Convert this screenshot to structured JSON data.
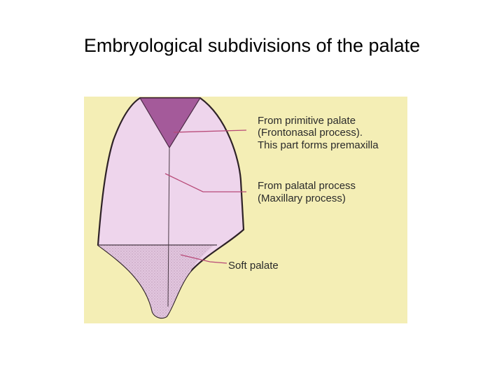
{
  "slide": {
    "title": "Embryological subdivisions of the palate"
  },
  "diagram": {
    "labels": {
      "primitive_line1": "From primitive palate",
      "primitive_line2": "(Frontonasal process).",
      "primitive_line3": "This part forms premaxilla",
      "palatal_line1": "From palatal process",
      "palatal_line2": "(Maxillary process)",
      "soft_palate": "Soft palate"
    },
    "colors": {
      "background": "#f4eeb5",
      "palate_fill": "#eed5ec",
      "premaxilla_fill": "#a45a9a",
      "soft_palate_fill": "#e2c6de",
      "outline": "#2e2227",
      "leader_line": "#b84a78"
    }
  }
}
